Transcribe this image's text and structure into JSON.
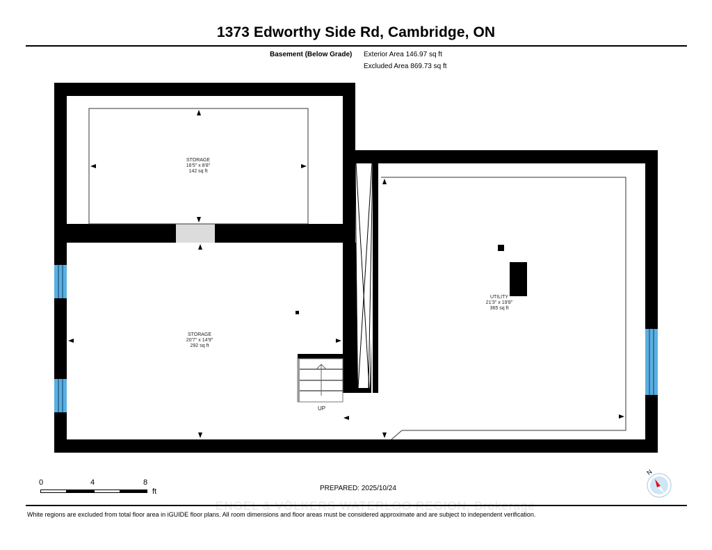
{
  "header": {
    "title": "1373 Edworthy Side Rd, Cambridge, ON",
    "floor_label": "Basement (Below Grade)",
    "exterior_area": "Exterior Area 146.97 sq ft",
    "excluded_area": "Excluded Area 869.73 sq ft"
  },
  "rooms": [
    {
      "name": "STORAGE",
      "dimensions": "16'5\" x 8'8\"",
      "area": "142 sq ft"
    },
    {
      "name": "STORAGE",
      "dimensions": "20'7\" x 14'9\"",
      "area": "292 sq ft"
    },
    {
      "name": "UTILITY",
      "dimensions": "21'3\" x 19'8\"",
      "area": "365 sq ft"
    }
  ],
  "stairs": {
    "label": "UP"
  },
  "scale_bar": {
    "ticks": [
      "0",
      "4",
      "8"
    ],
    "unit": "ft"
  },
  "prepared": "PREPARED: 2025/10/24",
  "compass": {
    "label": "N"
  },
  "watermark": "ENGEL & VÖLKERS WATERLOO REGION, Brokerage",
  "footer": {
    "disclaimer": "White regions are excluded from total floor area in iGUIDE floor plans. All room dimensions and floor areas must be considered approximate and are subject to independent verification."
  },
  "colors": {
    "wall": "#000000",
    "window": "#5aafe0",
    "door_opening": "#dcdcdc",
    "compass_needle": "#e0101a",
    "compass_face": "#cfe6f7"
  }
}
